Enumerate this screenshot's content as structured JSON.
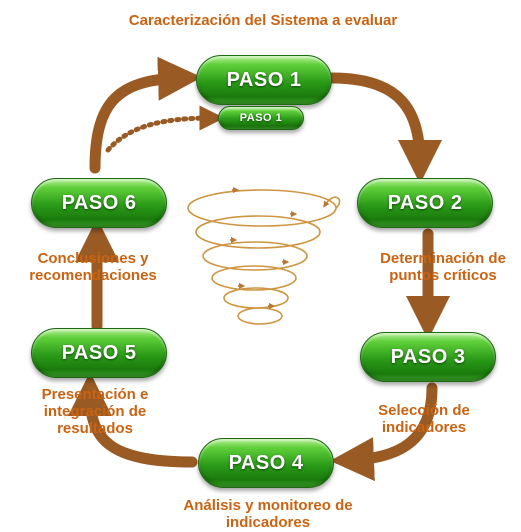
{
  "steps": [
    {
      "label": "PASO 1",
      "caption": "Caracterización del Sistema a evaluar"
    },
    {
      "label": "PASO 2",
      "caption": "Determinación de puntos críticos"
    },
    {
      "label": "PASO 3",
      "caption": "Selección de indicadores"
    },
    {
      "label": "PASO 4",
      "caption": "Análisis y monitoreo de indicadores"
    },
    {
      "label": "PASO 5",
      "caption": "Presentación e integración de resultados"
    },
    {
      "label": "PASO 6",
      "caption": "Conclusiones y recomendaciones"
    }
  ],
  "return_step_label": "PASO 1",
  "colors": {
    "arrow": "#9a5a24",
    "caption": "#c86414",
    "pill_green": "#2a9a18",
    "spiral": "#c98a2e"
  }
}
